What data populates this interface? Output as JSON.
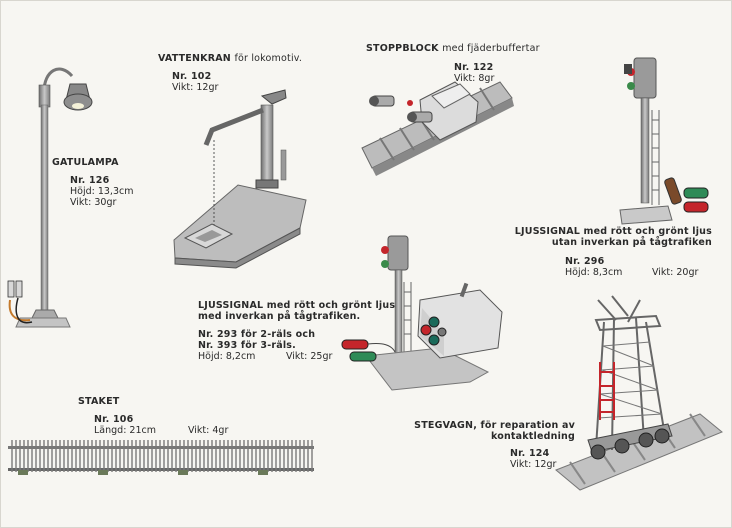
{
  "items": {
    "gatulampa": {
      "title": "GATULAMPA",
      "nr": "Nr. 126",
      "height": "Höjd: 13,3cm",
      "weight": "Vikt: 30gr"
    },
    "vattenkran": {
      "title": "VATTENKRAN",
      "title_rest": "för lokomotiv.",
      "nr": "Nr. 102",
      "weight": "Vikt: 12gr"
    },
    "stoppblock": {
      "title": "STOPPBLOCK",
      "title_rest": "med fjäderbuffertar",
      "nr": "Nr. 122",
      "weight": "Vikt: 8gr"
    },
    "ljussignal_296": {
      "title_line1": "LJUSSIGNAL med rött och grönt ljus",
      "title_line2": "utan inverkan på tågtrafiken",
      "nr": "Nr. 296",
      "height": "Höjd: 8,3cm",
      "weight": "Vikt: 20gr"
    },
    "ljussignal_293": {
      "title_line1": "LJUSSIGNAL med rött och grönt ljus",
      "title_line2": "med inverkan på tågtrafiken.",
      "nr_line1": "Nr. 293 för 2-räls och",
      "nr_line2": "Nr. 393 för 3-räls.",
      "height": "Höjd: 8,2cm",
      "weight": "Vikt: 25gr"
    },
    "staket": {
      "title": "STAKET",
      "nr": "Nr. 106",
      "length": "Längd: 21cm",
      "weight": "Vikt: 4gr"
    },
    "stegvagn": {
      "title_line1": "STEGVAGN, för reparation av",
      "title_line2": "kontaktledning",
      "nr": "Nr. 124",
      "weight": "Vikt: 12gr"
    }
  },
  "colors": {
    "paper": "#f7f6f2",
    "metal": "#9a9a9a",
    "red": "#c4252b",
    "green": "#2e8b57"
  }
}
